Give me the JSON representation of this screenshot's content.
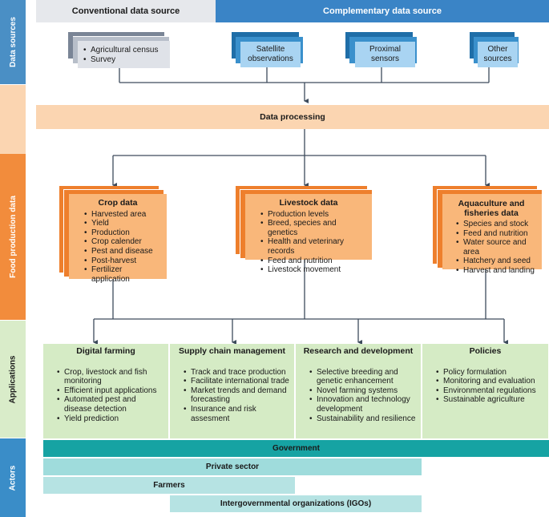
{
  "side_labels": {
    "data_sources": "Data sources",
    "food_production": "Food production data",
    "applications": "Applications",
    "actors": "Actors"
  },
  "sources": {
    "conventional_header": "Conventional data source",
    "complementary_header": "Complementary data source",
    "conventional_items": [
      "Agricultural census",
      "Survey"
    ],
    "satellite": "Satellite observations",
    "proximal": "Proximal sensors",
    "other": "Other sources"
  },
  "processing": {
    "label": "Data processing"
  },
  "food": {
    "crop": {
      "title": "Crop data",
      "items": [
        "Harvested area",
        "Yield",
        "Production",
        "Crop calender",
        "Pest and disease",
        "Post-harvest",
        "Fertilizer application"
      ]
    },
    "livestock": {
      "title": "Livestock data",
      "items": [
        "Production levels",
        "Breed, species and genetics",
        "Health and veterinary records",
        "Feed and nutrition",
        "Livestock movement"
      ]
    },
    "aquaculture": {
      "title": "Aquaculture and fisheries data",
      "items": [
        "Species and stock",
        "Feed and nutrition",
        "Water source and area",
        "Hatchery and seed",
        "Harvest and landing"
      ]
    }
  },
  "applications": [
    {
      "title": "Digital farming",
      "items": [
        "Crop, livestock and fish monitoring",
        "Efficient input applications",
        "Automated pest and disease detection",
        "Yield prediction"
      ]
    },
    {
      "title": "Supply chain management",
      "items": [
        "Track and trace production",
        "Facilitate international trade",
        "Market trends and demand forecasting",
        "Insurance and risk assesment"
      ]
    },
    {
      "title": "Research and development",
      "items": [
        "Selective breeding and genetic enhancement",
        "Novel farming systems",
        "Innovation and technology development",
        "Sustainability and resilience"
      ]
    },
    {
      "title": "Policies",
      "items": [
        "Policy formulation",
        "Monitoring and evaluation",
        "Environmental regulations",
        "Sustainable agriculture"
      ]
    }
  ],
  "actors": {
    "government": "Government",
    "private": "Private sector",
    "farmers": "Farmers",
    "igos": "Intergovernmental organizations (IGOs)"
  },
  "colors": {
    "side_blue": "#4a8fc5",
    "side_peach": "#fbd5b1",
    "side_orange": "#f28c3c",
    "side_green": "#d9ecc9",
    "complementary_header": "#3a84c6",
    "conventional_header": "#e6e8ec",
    "satellite_front": "#a9d4f2",
    "conventional_front": "#dfe2e8",
    "processing": "#fbd5b1",
    "food_card": "#f9b77a",
    "food_back": "#ee7f2c",
    "applications": "#d5ebc5",
    "government": "#16a3a3",
    "private": "#9fdcdc",
    "farmers": "#b6e3e3",
    "igos": "#b6e3e3",
    "connector": "#3d4b5c"
  }
}
